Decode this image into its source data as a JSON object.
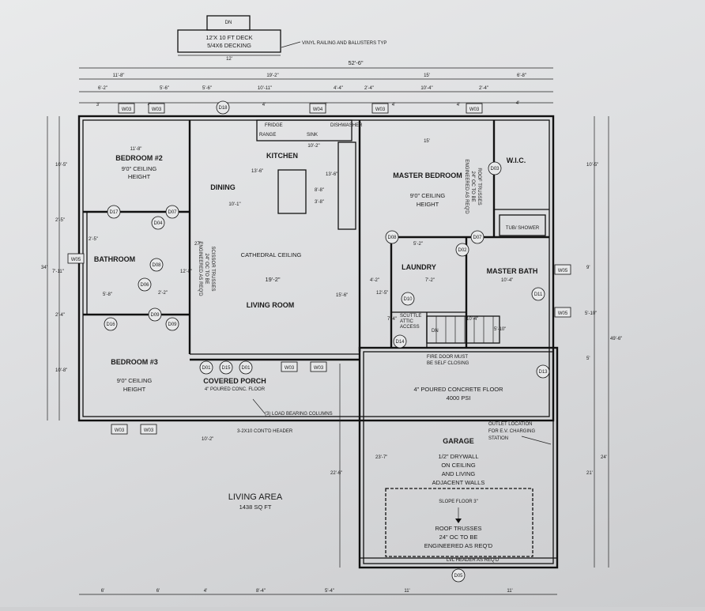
{
  "deck": {
    "title": "12'X 10 FT DECK",
    "sub": "5/4X6 DECKING",
    "dn": "DN",
    "width": "12'"
  },
  "notes": {
    "vinyl": "VINYL RAILING AND BALUSTERS TYP",
    "cathedral": "CATHEDRAL CEILING",
    "scissor": [
      "SCISSOR TRUSSES",
      "24\" OC TO BE",
      "ENGINEERED AS REQ'D"
    ],
    "roof_master": [
      "ROOF TRUSSES",
      "24\" OC TO BE",
      "ENGINEERED AS REQ'D"
    ],
    "fire_door": [
      "FIRE DOOR MUST",
      "BE SELF CLOSING"
    ],
    "load_cols": "(3) LOAD BEARING COLUMNS",
    "header": "3-2X10 CONT'D HEADER",
    "outlet": [
      "OUTLET LOCATION",
      "FOR E.V. CHARGING",
      "STATION"
    ],
    "lvl": "LVL HEADER AS REQ'D",
    "attic": [
      "SCUTTLE",
      "ATTIC",
      "ACCESS"
    ]
  },
  "rooms": {
    "bedroom2": {
      "name": "BEDROOM #2",
      "ceiling": "9'0\" CEILING",
      "height": "HEIGHT",
      "dim": "11'-8\""
    },
    "bedroom3": {
      "name": "BEDROOM #3",
      "ceiling": "9'0\" CEILING",
      "height": "HEIGHT"
    },
    "master": {
      "name": "MASTER BEDROOM",
      "ceiling": "9'0\" CEILING",
      "height": "HEIGHT",
      "dim": "15'"
    },
    "kitchen": {
      "name": "KITCHEN",
      "dim": "10'-2\""
    },
    "dining": {
      "name": "DINING",
      "dim": "10'-1\""
    },
    "living": {
      "name": "LIVING ROOM",
      "dim": "19'-2\""
    },
    "bathroom": {
      "name": "BATHROOM"
    },
    "laundry": {
      "name": "LAUNDRY"
    },
    "master_bath": {
      "name": "MASTER BATH"
    },
    "wic": {
      "name": "W.I.C."
    },
    "tub": {
      "name": "TUB/ SHOWER"
    },
    "porch": {
      "name": "COVERED PORCH",
      "floor": "4\" POURED CONC. FLOOR"
    },
    "garage": {
      "name": "GARAGE",
      "floor": [
        "4\" POURED CONCRETE FLOOR",
        "4000 PSI"
      ],
      "drywall": [
        "1/2\" DRYWALL",
        "ON CEILING",
        "AND LIVING",
        "ADJACENT WALLS"
      ],
      "slope": "SLOPE FLOOR 3\"",
      "roof": [
        "ROOF TRUSSES",
        "24\" OC TO BE",
        "ENGINEERED AS REQ'D"
      ]
    }
  },
  "living_area": {
    "title": "LIVING AREA",
    "sqft": "1438 SQ FT"
  },
  "dims": {
    "overall_w": "52'-6\"",
    "top_row": [
      "11'-8\"",
      "19'-2\"",
      "15'",
      "6'-8\""
    ],
    "second_row": [
      "6'-2\"",
      "5'-6\"",
      "5'-6\"",
      "10'-11\"",
      "4'-4\"",
      "2'-4\"",
      "10'-4\"",
      "2'-4\"",
      "4'"
    ],
    "third_row": [
      "3'",
      "4'",
      "4'",
      "4'",
      "4'",
      "4'"
    ],
    "bottom_row": [
      "6'",
      "6'",
      "4'",
      "8'-4\"",
      "5'-4\"",
      "11'",
      "11'"
    ],
    "left": [
      "10'-5\"",
      "2'-5\"",
      "7'-11\"",
      "2'-4\"",
      "10'-8\"",
      "34'"
    ],
    "right": [
      "10'-5\"",
      "9'",
      "5'-10\"",
      "5'",
      "49'-6\"",
      "21'",
      "24'"
    ],
    "garage_depth": [
      "22'-6\"",
      "23'-7\""
    ],
    "misc": [
      "13'-6\"",
      "8'-8\"",
      "3'-8\"",
      "15'-6\"",
      "12'-8\"",
      "12'-5\"",
      "4'-2\"",
      "7'-2\"",
      "10'-4\"",
      "5'-2\"",
      "7'-4\"",
      "10'-4\"",
      "5'-10\"",
      "2'-5\"",
      "5'-8\"",
      "2'-2\"",
      "27'",
      "10'-2\"",
      "13'-6\""
    ]
  },
  "tags": {
    "windows_top": [
      "W03",
      "W03",
      "W04",
      "W03",
      "W03"
    ],
    "windows_bottom": [
      "W03",
      "W03"
    ],
    "windows_porch": [
      "W03",
      "W03"
    ],
    "windows_side": [
      "W05",
      "W05",
      "W05"
    ],
    "doors": [
      "D18",
      "D17",
      "D04",
      "D07",
      "D08",
      "D06",
      "D09",
      "D16",
      "D09",
      "D08",
      "D07",
      "D02",
      "D10",
      "D14",
      "D13",
      "D01",
      "D15",
      "D01",
      "D05",
      "D11",
      "D03"
    ]
  },
  "kitchen_labels": [
    "FRIDGE",
    "DISHWASHER",
    "RANGE",
    "SINK"
  ]
}
